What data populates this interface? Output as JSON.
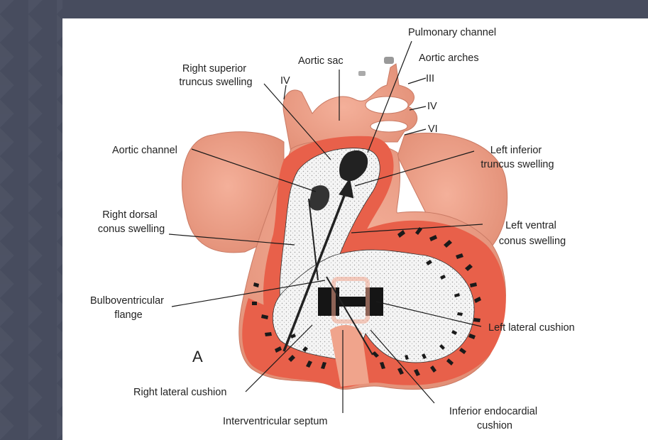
{
  "labels": {
    "pulmonary_channel": "Pulmonary channel",
    "aortic_sac": "Aortic sac",
    "aortic_arches": "Aortic arches",
    "arch_iii": "III",
    "arch_iv_right": "IV",
    "arch_iv_left": "IV",
    "arch_vi": "VI",
    "right_superior_1": "Right superior",
    "right_superior_2": "truncus swelling",
    "aortic_channel": "Aortic channel",
    "left_inferior_1": "Left inferior",
    "left_inferior_2": "truncus swelling",
    "right_dorsal_1": "Right dorsal",
    "right_dorsal_2": "conus swelling",
    "left_ventral_1": "Left ventral",
    "left_ventral_2": "conus swelling",
    "bulbo_1": "Bulboventricular",
    "bulbo_2": "flange",
    "left_lateral_cushion": "Left lateral cushion",
    "panel_letter": "A",
    "right_lateral_cushion": "Right lateral cushion",
    "interventricular_septum": "Interventricular septum",
    "inferior_endo_1": "Inferior endocardial",
    "inferior_endo_2": "cushion"
  },
  "colors": {
    "flesh": "#f0a48c",
    "cut_surface": "#e8604a",
    "cavity": "#f4f4f4",
    "trabeculae": "#1a1a1a"
  }
}
